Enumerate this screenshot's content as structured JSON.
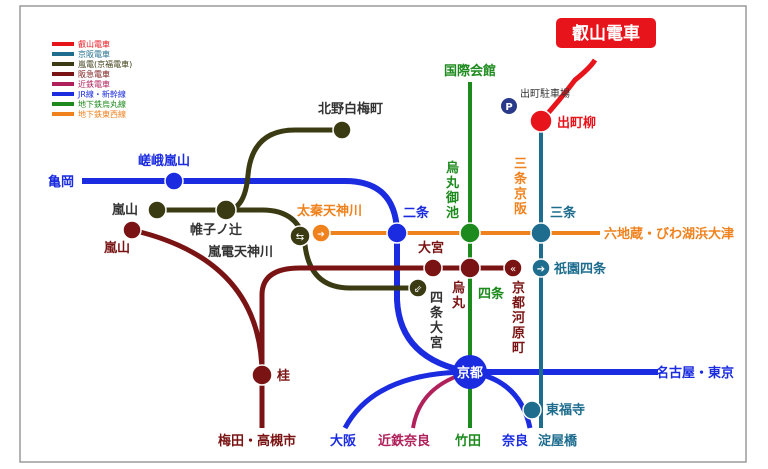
{
  "title_badge": {
    "text": "叡山電車",
    "color": "#e8141c"
  },
  "parking_icon_letter": "P",
  "legend": [
    {
      "label": "叡山電車",
      "color": "#e8141c"
    },
    {
      "label": "京阪電車",
      "color": "#1e6d8e"
    },
    {
      "label": "嵐電(京福電車)",
      "color": "#3b3b13"
    },
    {
      "label": "阪急電車",
      "color": "#7a1414"
    },
    {
      "label": "近鉄電車",
      "color": "#b0205a"
    },
    {
      "label": "JR線・新幹線",
      "color": "#1a2be0"
    },
    {
      "label": "地下鉄烏丸線",
      "color": "#1c8a1c"
    },
    {
      "label": "地下鉄東西線",
      "color": "#f0821e"
    }
  ],
  "line_colors": {
    "eizan": "#e8141c",
    "keihan": "#1e6d8e",
    "randen": "#3b3b13",
    "hankyu": "#7a1414",
    "kintetsu": "#b0205a",
    "jr": "#1a2be0",
    "karasuma": "#1c8a1c",
    "tozai": "#f0821e"
  },
  "labels": {
    "kokusai_kaikan": "国際会館",
    "demachi_parking": "出町駐車場",
    "demachiyanagi": "出町柳",
    "kitano_hakubaicho": "北野白梅町",
    "saga_arashiyama": "嵯峨嵐山",
    "kameoka": "亀岡",
    "arashiyama_randen": "嵐山",
    "arashiyama_hankyu": "嵐山",
    "katabiranotsuji": "帷子ノ辻",
    "randen_tenjingawa": "嵐電天神川",
    "uzumasa_tenjingawa": "太秦天神川",
    "nijo": "二条",
    "karasuma_oike": "烏丸御池",
    "sanjo_keihan": "三条京阪",
    "sanjo": "三条",
    "rokujizo_biwako": "六地蔵・びわ湖浜大津",
    "omiya": "大宮",
    "shijo_omiya": "四条大宮",
    "karasuma": "烏丸",
    "shijo": "四条",
    "kyoto_kawaramachi": "京都河原町",
    "gion_shijo": "祇園四条",
    "katsura": "桂",
    "kyoto": "京都",
    "nagoya_tokyo": "名古屋・東京",
    "tofukuji": "東福寺",
    "umeda_takatsuki": "梅田・高槻市",
    "osaka": "大阪",
    "kintetsu_nara": "近鉄奈良",
    "takeda": "竹田",
    "nara": "奈良",
    "yodoyabashi": "淀屋橋"
  }
}
